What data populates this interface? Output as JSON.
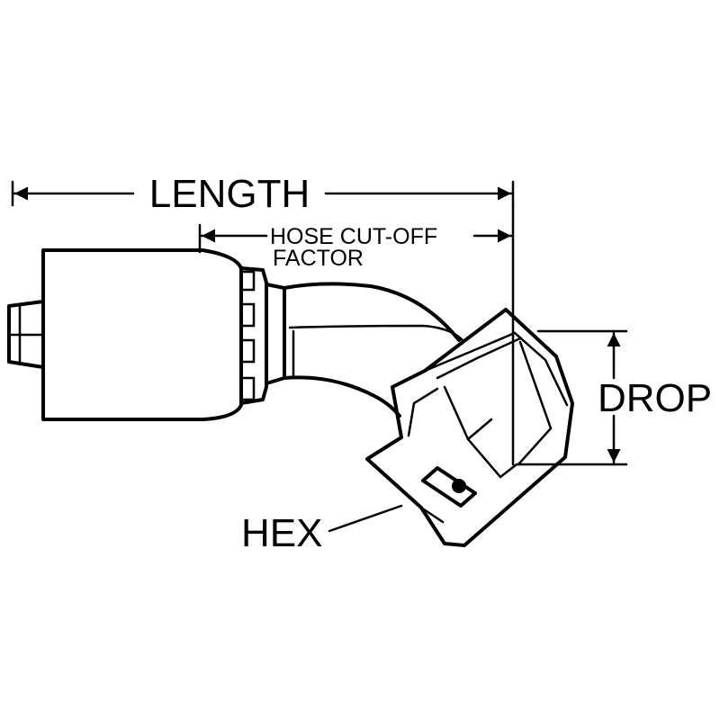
{
  "labels": {
    "length": "LENGTH",
    "hose_cutoff_line1": "HOSE CUT-OFF",
    "hose_cutoff_line2": "FACTOR",
    "drop": "DROP",
    "hex": "HEX"
  },
  "colors": {
    "line": "#000000",
    "background": "#ffffff"
  }
}
